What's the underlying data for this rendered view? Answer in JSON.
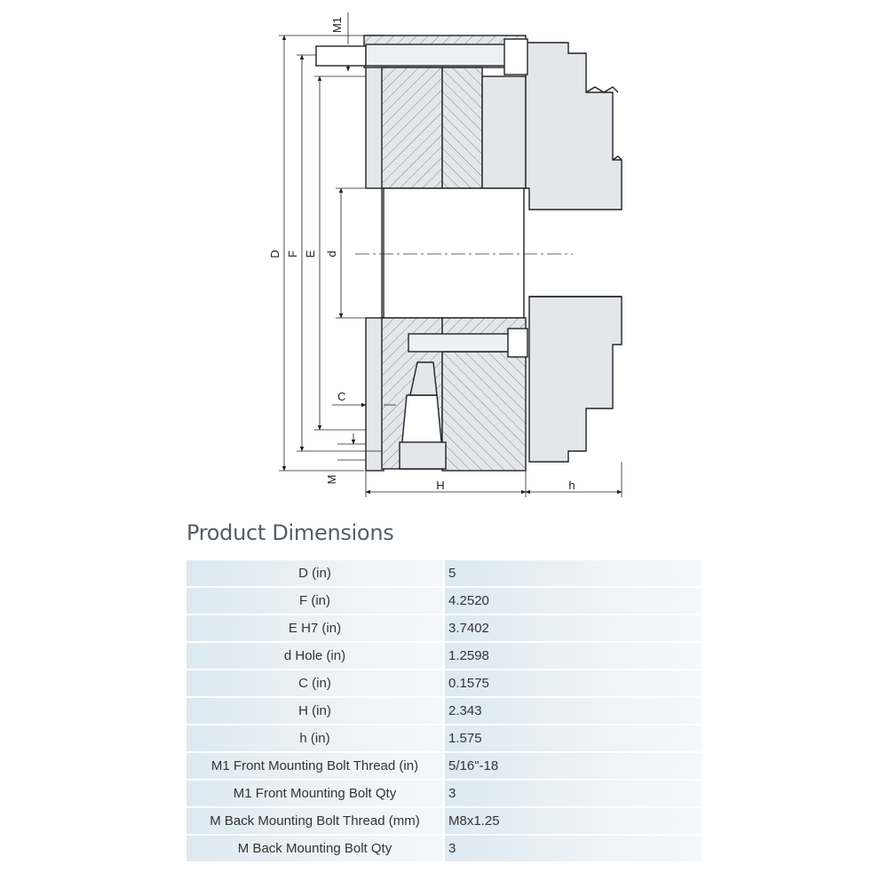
{
  "drawing": {
    "labels": {
      "M1": "M1",
      "D": "D",
      "F": "F",
      "E": "E",
      "d": "d",
      "C": "C",
      "M": "M",
      "H": "H",
      "h": "h"
    }
  },
  "title": "Product Dimensions",
  "rows": [
    {
      "label": "D (in)",
      "value": "5"
    },
    {
      "label": "F (in)",
      "value": "4.2520"
    },
    {
      "label": "E H7 (in)",
      "value": "3.7402"
    },
    {
      "label": "d Hole (in)",
      "value": "1.2598"
    },
    {
      "label": "C (in)",
      "value": "0.1575"
    },
    {
      "label": "H (in)",
      "value": "2.343"
    },
    {
      "label": "h (in)",
      "value": "1.575"
    },
    {
      "label": "M1 Front Mounting Bolt Thread (in)",
      "value": "5/16\"-18"
    },
    {
      "label": "M1 Front Mounting Bolt Qty",
      "value": "3"
    },
    {
      "label": "M Back Mounting Bolt Thread (mm)",
      "value": "M8x1.25"
    },
    {
      "label": "M Back Mounting Bolt Qty",
      "value": "3"
    }
  ]
}
